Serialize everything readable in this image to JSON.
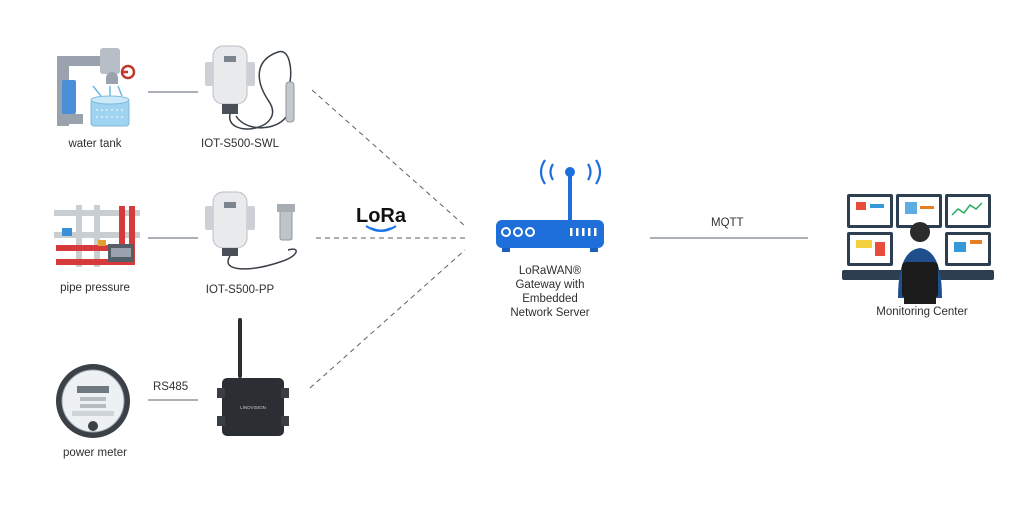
{
  "sources": [
    {
      "label": "water tank"
    },
    {
      "label": "pipe pressure"
    },
    {
      "label": "power meter"
    }
  ],
  "devices": [
    {
      "label": "IOT-S500-SWL"
    },
    {
      "label": "IOT-S500-PP"
    },
    {
      "label": "",
      "brand_text": "LINOVISION"
    }
  ],
  "connections": {
    "lora_logo": "LoRa",
    "rs485": "RS485",
    "mqtt": "MQTT"
  },
  "gateway": {
    "label": "LoRaWAN®\nGateway with\nEmbedded\nNetwork Server"
  },
  "monitoring": {
    "label": "Monitoring Center"
  },
  "colors": {
    "gateway_blue": "#1e6fd9",
    "lora_blue": "#1a73e8",
    "pipe_red": "#d63a3a",
    "line_gray": "#556070",
    "water_blue": "#9fd3f2",
    "device_gray": "#e8eaec"
  }
}
